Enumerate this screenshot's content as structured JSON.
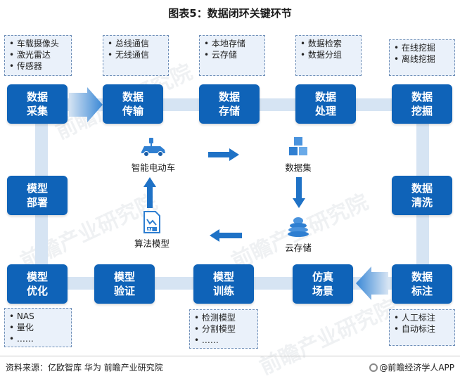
{
  "title": "图表5：数据闭环关键环节",
  "nodes": {
    "collect": [
      "数据",
      "采集"
    ],
    "transfer": [
      "数据",
      "传输"
    ],
    "storage": [
      "数据",
      "存储"
    ],
    "process": [
      "数据",
      "处理"
    ],
    "mining": [
      "数据",
      "挖掘"
    ],
    "cleaning": [
      "数据",
      "清洗"
    ],
    "labeling": [
      "数据",
      "标注"
    ],
    "simulation": [
      "仿真",
      "场景"
    ],
    "training": [
      "模型",
      "训练"
    ],
    "verify": [
      "模型",
      "验证"
    ],
    "optimize": [
      "模型",
      "优化"
    ],
    "deploy": [
      "模型",
      "部署"
    ]
  },
  "notes": {
    "collect": [
      "车载摄像头",
      "激光雷达",
      "传感器"
    ],
    "transfer": [
      "总线通信",
      "无线通信"
    ],
    "storage": [
      "本地存储",
      "云存储"
    ],
    "process": [
      "数据检索",
      "数据分组"
    ],
    "mining": [
      "在线挖掘",
      "离线挖掘"
    ],
    "labeling": [
      "人工标注",
      "自动标注"
    ],
    "training": [
      "检测模型",
      "分割模型",
      "……"
    ],
    "optimize": [
      "NAS",
      "量化",
      "……"
    ]
  },
  "center": {
    "car": "智能电动车",
    "dataset": "数据集",
    "cloud": "云存储",
    "algo": "算法模型",
    "algo_badge": "AI"
  },
  "colors": {
    "node": "#0f63b8",
    "track": "#d6e4f3",
    "note_bg": "#eaf1fa",
    "icon": "#2f7fd1"
  },
  "source": "资料来源：亿欧智库 华为 前瞻产业研究院",
  "brand": "@前瞻经济学人APP",
  "watermark": "前瞻产业研究院"
}
